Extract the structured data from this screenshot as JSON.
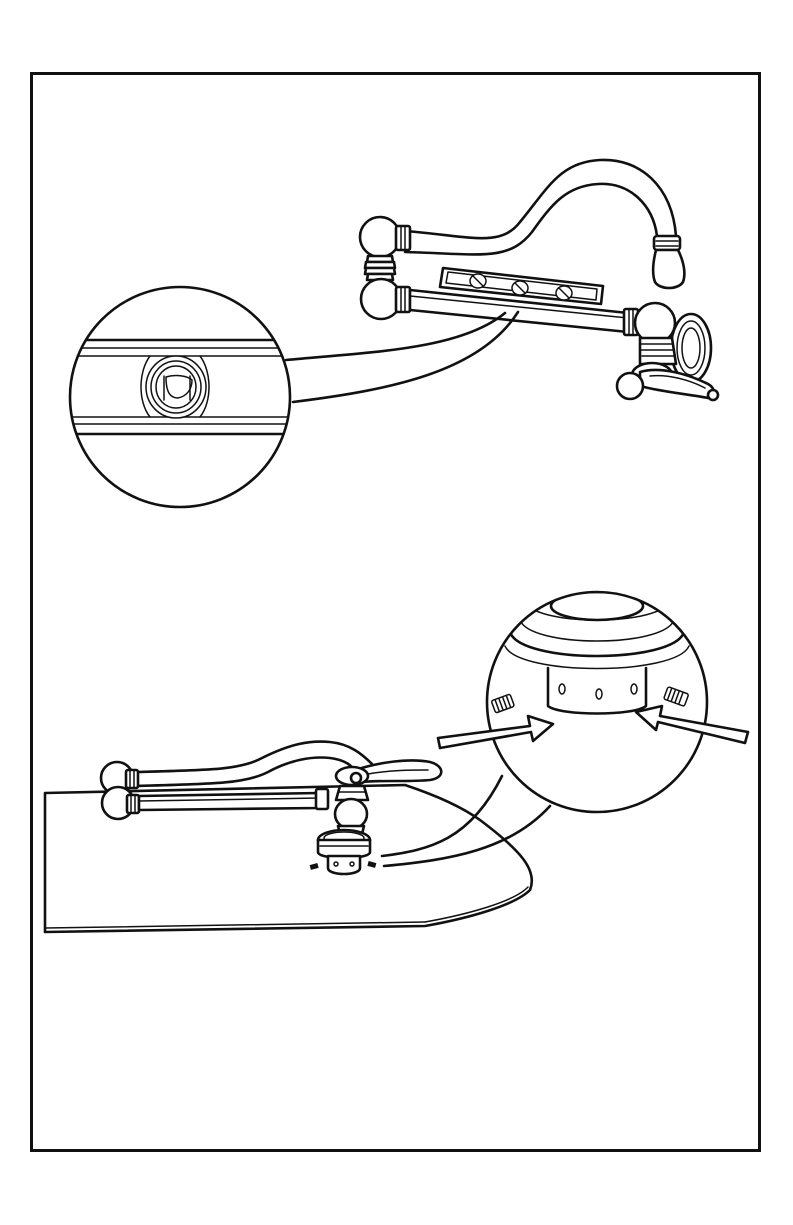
{
  "document": {
    "type": "installation-diagram",
    "panels": [
      {
        "id": "level-check",
        "subject": "wall-mount-pot-filler-with-level",
        "has_magnified_inset": true
      },
      {
        "id": "set-screws",
        "subject": "deck-mount-pot-filler-with-set-screws",
        "has_magnified_inset": true
      }
    ]
  },
  "colors": {
    "line": "#111111",
    "background": "#ffffff"
  }
}
